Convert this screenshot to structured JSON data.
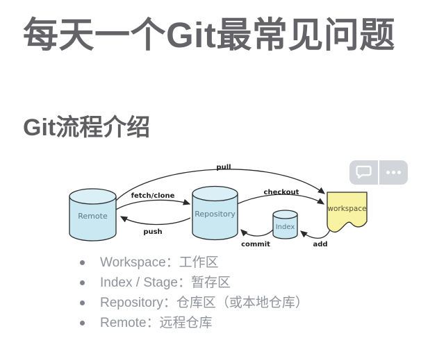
{
  "page": {
    "title": "每天一个Git最常见问题",
    "section_title": "Git流程介绍"
  },
  "diagram": {
    "node_labels": {
      "remote": "Remote",
      "repository": "Repository",
      "index": "Index",
      "workspace": "workspace"
    },
    "edge_labels": {
      "pull": "pull",
      "fetch_clone": "fetch/clone",
      "checkout": "checkout",
      "push": "push",
      "commit": "commit",
      "add": "add"
    },
    "colors": {
      "cylinder_fill": "#c9e8f2",
      "cylinder_top_fill": "#daeff6",
      "workspace_fill": "#f8f3a2",
      "stroke": "#2a2a2a"
    }
  },
  "overlay": {
    "background": "#ced1d7",
    "buttons": [
      {
        "icon": "comment-icon"
      },
      {
        "icon": "ellipsis-icon"
      }
    ]
  },
  "legend": {
    "items": [
      {
        "text": "Workspace：工作区"
      },
      {
        "text": "Index / Stage：暂存区"
      },
      {
        "text": "Repository：仓库区（或本地仓库）"
      },
      {
        "text": "Remote：远程仓库"
      }
    ]
  }
}
